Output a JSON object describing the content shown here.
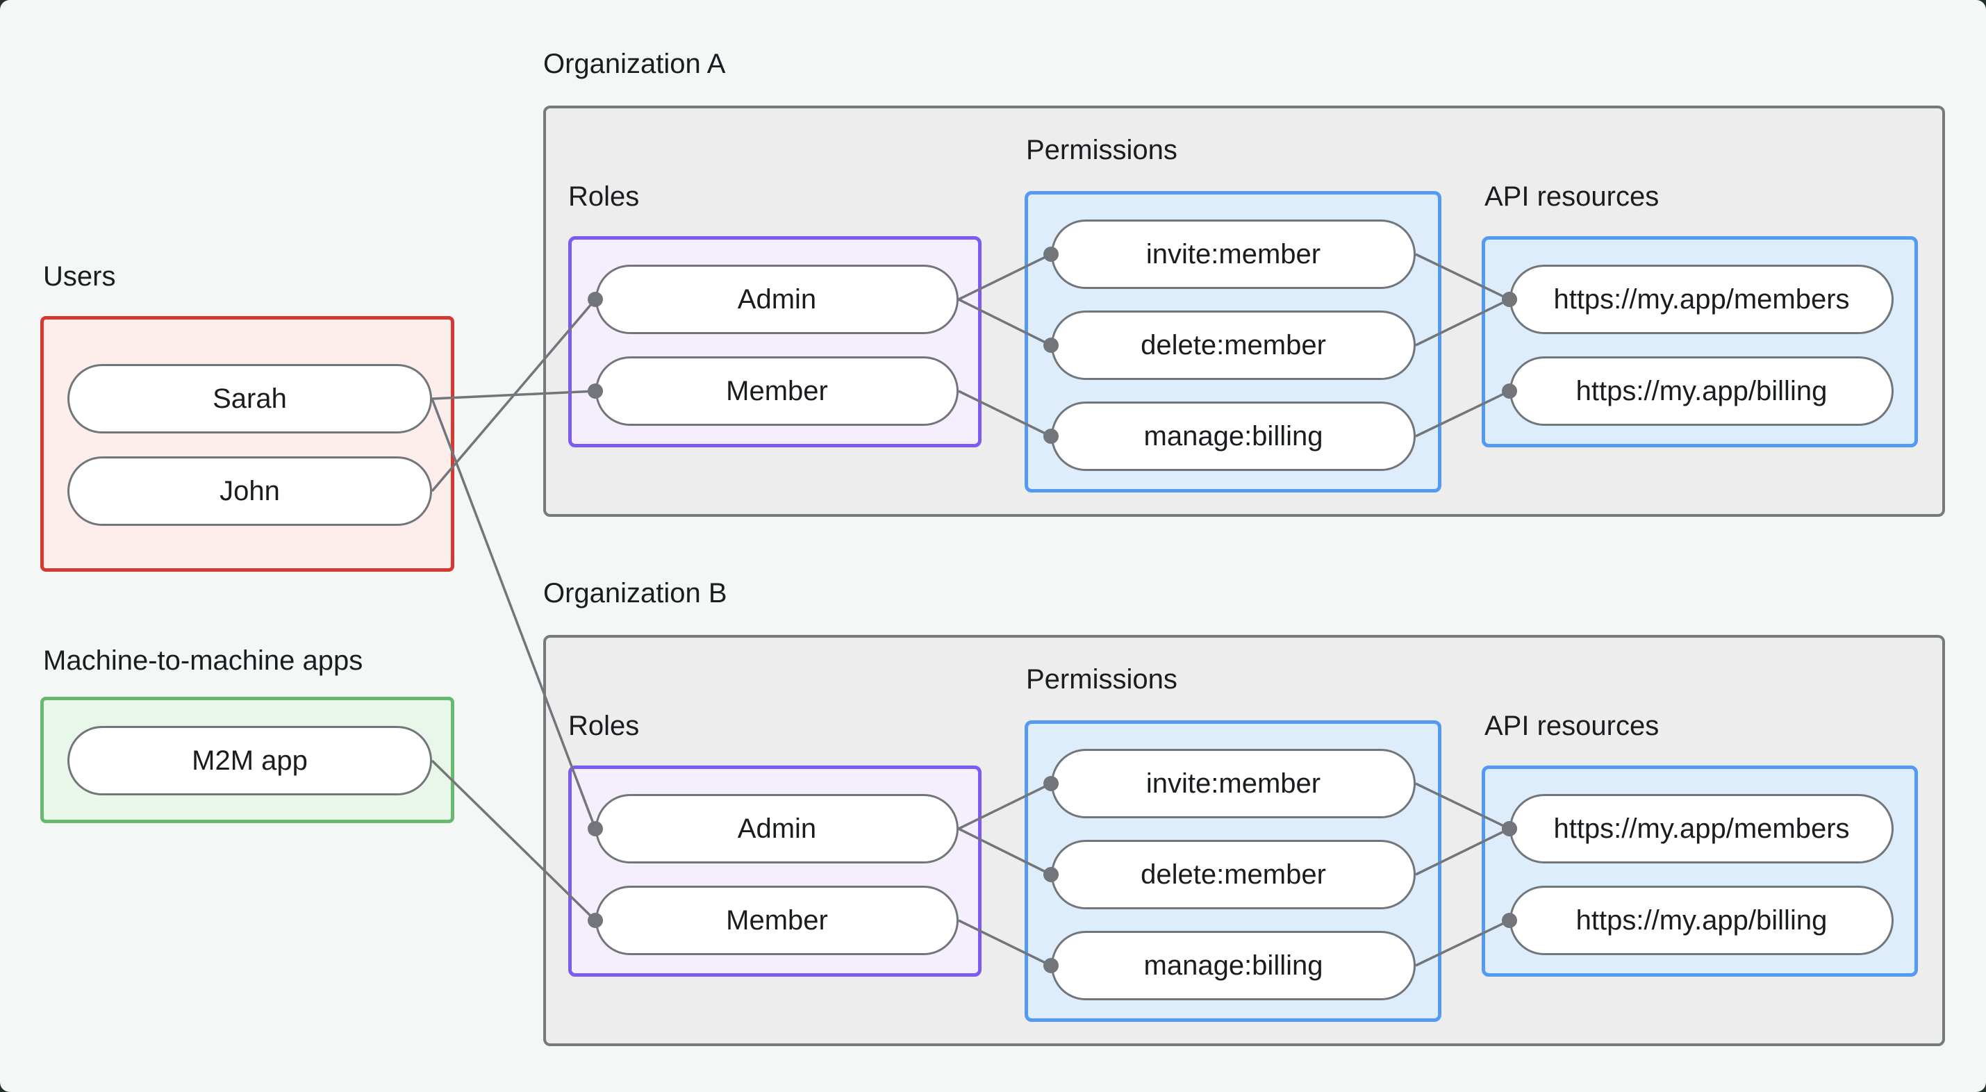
{
  "diagram": {
    "users_group": {
      "label": "Users",
      "nodes": [
        {
          "id": "sarah",
          "label": "Sarah"
        },
        {
          "id": "john",
          "label": "John"
        }
      ]
    },
    "m2m_group": {
      "label": "Machine-to-machine apps",
      "nodes": [
        {
          "id": "m2m-app",
          "label": "M2M app"
        }
      ]
    },
    "org_a": {
      "label": "Organization A",
      "roles_label": "Roles",
      "permissions_label": "Permissions",
      "api_resources_label": "API resources",
      "roles": [
        {
          "id": "orgA-admin",
          "label": "Admin"
        },
        {
          "id": "orgA-member",
          "label": "Member"
        }
      ],
      "permissions": [
        {
          "id": "orgA-invite",
          "label": "invite:member"
        },
        {
          "id": "orgA-delete",
          "label": "delete:member"
        },
        {
          "id": "orgA-manage",
          "label": "manage:billing"
        }
      ],
      "api_resources": [
        {
          "id": "orgA-members-api",
          "label": "https://my.app/members"
        },
        {
          "id": "orgA-billing-api",
          "label": "https://my.app/billing"
        }
      ]
    },
    "org_b": {
      "label": "Organization B",
      "roles_label": "Roles",
      "permissions_label": "Permissions",
      "api_resources_label": "API resources",
      "roles": [
        {
          "id": "orgB-admin",
          "label": "Admin"
        },
        {
          "id": "orgB-member",
          "label": "Member"
        }
      ],
      "permissions": [
        {
          "id": "orgB-invite",
          "label": "invite:member"
        },
        {
          "id": "orgB-delete",
          "label": "delete:member"
        },
        {
          "id": "orgB-manage",
          "label": "manage:billing"
        }
      ],
      "api_resources": [
        {
          "id": "orgB-members-api",
          "label": "https://my.app/members"
        },
        {
          "id": "orgB-billing-api",
          "label": "https://my.app/billing"
        }
      ]
    },
    "edges": [
      {
        "from": "sarah",
        "to": "orgA-member"
      },
      {
        "from": "john",
        "to": "orgA-admin"
      },
      {
        "from": "sarah",
        "to": "orgB-admin"
      },
      {
        "from": "m2m-app",
        "to": "orgB-member"
      },
      {
        "from": "orgA-admin",
        "to": "orgA-invite"
      },
      {
        "from": "orgA-admin",
        "to": "orgA-delete"
      },
      {
        "from": "orgA-member",
        "to": "orgA-manage"
      },
      {
        "from": "orgA-invite",
        "to": "orgA-members-api"
      },
      {
        "from": "orgA-delete",
        "to": "orgA-members-api"
      },
      {
        "from": "orgA-manage",
        "to": "orgA-billing-api"
      },
      {
        "from": "orgB-admin",
        "to": "orgB-invite"
      },
      {
        "from": "orgB-admin",
        "to": "orgB-delete"
      },
      {
        "from": "orgB-member",
        "to": "orgB-manage"
      },
      {
        "from": "orgB-invite",
        "to": "orgB-members-api"
      },
      {
        "from": "orgB-delete",
        "to": "orgB-members-api"
      },
      {
        "from": "orgB-manage",
        "to": "orgB-billing-api"
      }
    ],
    "colors": {
      "canvas_bg": "#f5f6f6",
      "text": "#1a1d20",
      "users_border": "#d6392f",
      "users_fill": "#fdeeec",
      "m2m_border": "#67b96e",
      "m2m_fill": "#e9f6ea",
      "org_border": "#757a7d",
      "org_fill": "#ededee",
      "roles_border": "#7d5bf3",
      "roles_fill": "#f4eefd",
      "blue_border": "#549af3",
      "blue_fill": "#ddedfc",
      "node_border": "#72767a",
      "node_fill": "#ffffff",
      "connector": "#72767a"
    }
  }
}
